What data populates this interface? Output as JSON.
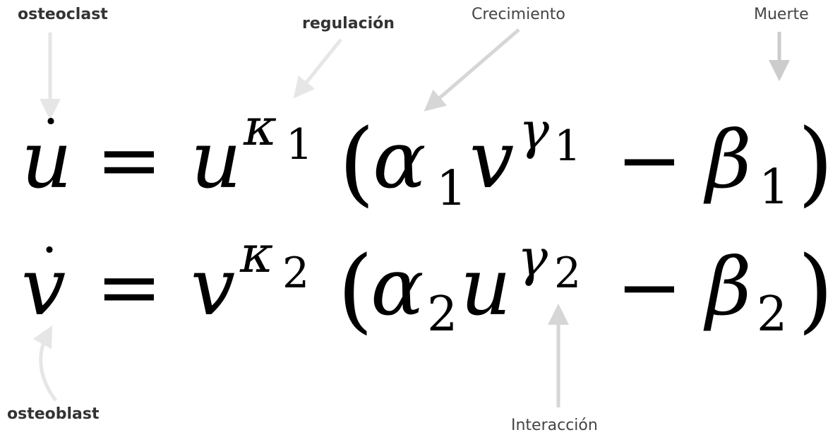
{
  "labels": {
    "osteoclast": "osteoclast",
    "regulacion": "regulación",
    "crecimiento": "Crecimiento",
    "muerte": "Muerte",
    "osteoblast": "osteoblast",
    "interaccion": "Interacción"
  },
  "equation1": {
    "lhs_var": "u",
    "lhs_dot": "˙",
    "equals": "=",
    "base": "u",
    "exp": "κ",
    "exp_sub": "1",
    "open_paren": "(",
    "alpha": "α",
    "alpha_sub": "1",
    "inner_var": "v",
    "gamma": "γ",
    "gamma_sub": "1",
    "minus": "−",
    "beta": "β",
    "beta_sub": "1",
    "close_paren": ")"
  },
  "equation2": {
    "lhs_var": "v",
    "lhs_dot": "˙",
    "equals": "=",
    "base": "v",
    "exp": "κ",
    "exp_sub": "2",
    "open_paren": "(",
    "alpha": "α",
    "alpha_sub": "2",
    "inner_var": "u",
    "gamma": "γ",
    "gamma_sub": "2",
    "minus": "−",
    "beta": "β",
    "beta_sub": "2",
    "close_paren": ")"
  },
  "colors": {
    "arrow_light": "#e6e6e6",
    "arrow_mid": "#d6d6d6",
    "arrow_dark": "#cccccc",
    "text_label": "#333333",
    "math": "#000000"
  }
}
